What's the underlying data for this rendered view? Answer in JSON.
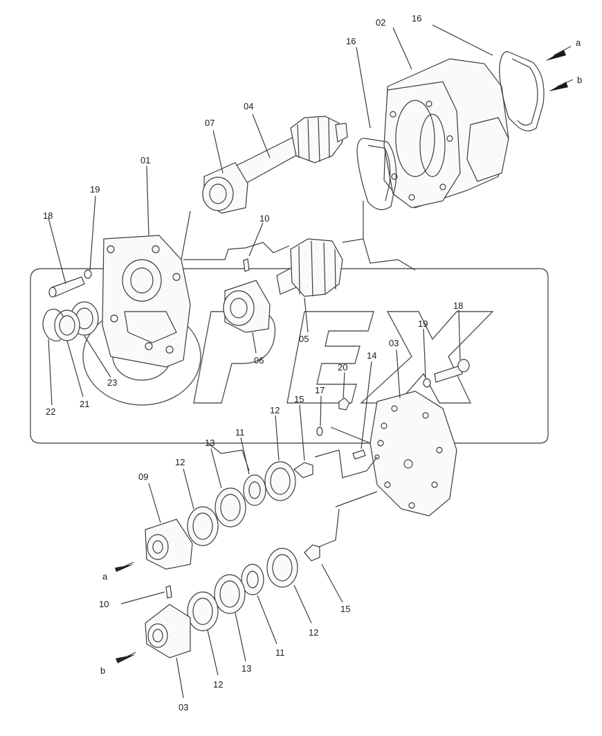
{
  "labels": {
    "p02": "02",
    "p16_top": "16",
    "p16_mid": "16",
    "a_top": "a",
    "b_top": "b",
    "p04": "04",
    "p07": "07",
    "p01": "01",
    "p19_left": "19",
    "p18_left": "18",
    "p10_top": "10",
    "p05": "05",
    "p06": "06",
    "p23": "23",
    "p22": "22",
    "p21": "21",
    "p18_right": "18",
    "p19_right": "19",
    "p03_right": "03",
    "p20": "20",
    "p14": "14",
    "p17": "17",
    "p15_top": "15",
    "p12_top": "12",
    "p11_top": "11",
    "p13_top": "13",
    "p12_mid": "12",
    "p09": "09",
    "a_bottom": "a",
    "p10_bottom": "10",
    "p15_bottom": "15",
    "p12_right": "12",
    "p11_bottom": "11",
    "p13_bottom": "13",
    "p12_bottom": "12",
    "b_bottom": "b",
    "p03_bottom": "03"
  },
  "watermark": {
    "text": "OPEX"
  },
  "icons": [
    "direction-arrow",
    "gear",
    "bearing",
    "seal-ring",
    "housing-plate",
    "bolt",
    "dowel-pin",
    "plug"
  ]
}
